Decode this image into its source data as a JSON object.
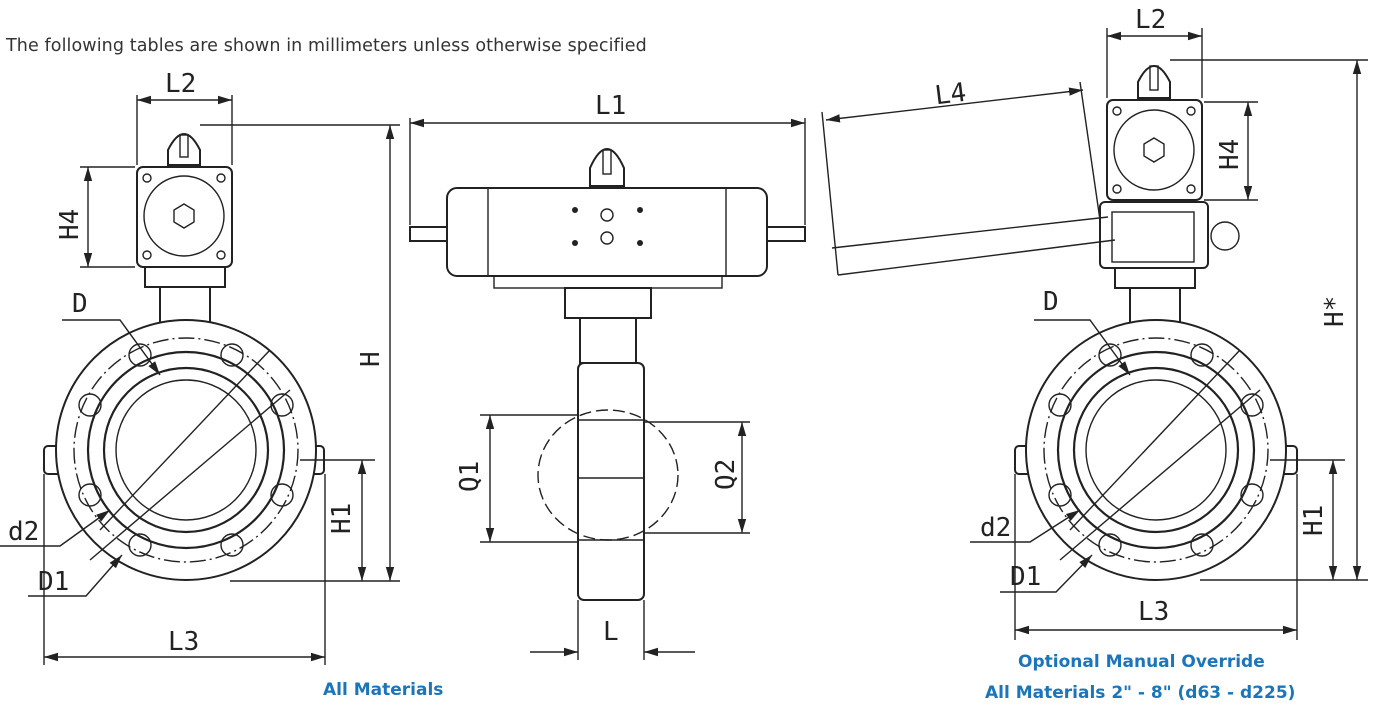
{
  "header": {
    "note": "The following tables are shown in millimeters unless otherwise specified"
  },
  "captions": {
    "left": "All Materials",
    "right_line1": "Optional Manual Override",
    "right_line2": "All Materials 2\" - 8\" (d63 - d225)"
  },
  "dimensions": {
    "left_view": [
      "L2",
      "H4",
      "D",
      "H",
      "d2",
      "D1",
      "H1",
      "L3"
    ],
    "center_view": [
      "L1",
      "Q1",
      "Q2",
      "L"
    ],
    "right_view": [
      "L2",
      "L4",
      "H4",
      "D",
      "H*",
      "d2",
      "D1",
      "H1",
      "L3"
    ]
  },
  "colors": {
    "caption": "#1a75bb",
    "line": "#222222",
    "text": "#333333"
  }
}
